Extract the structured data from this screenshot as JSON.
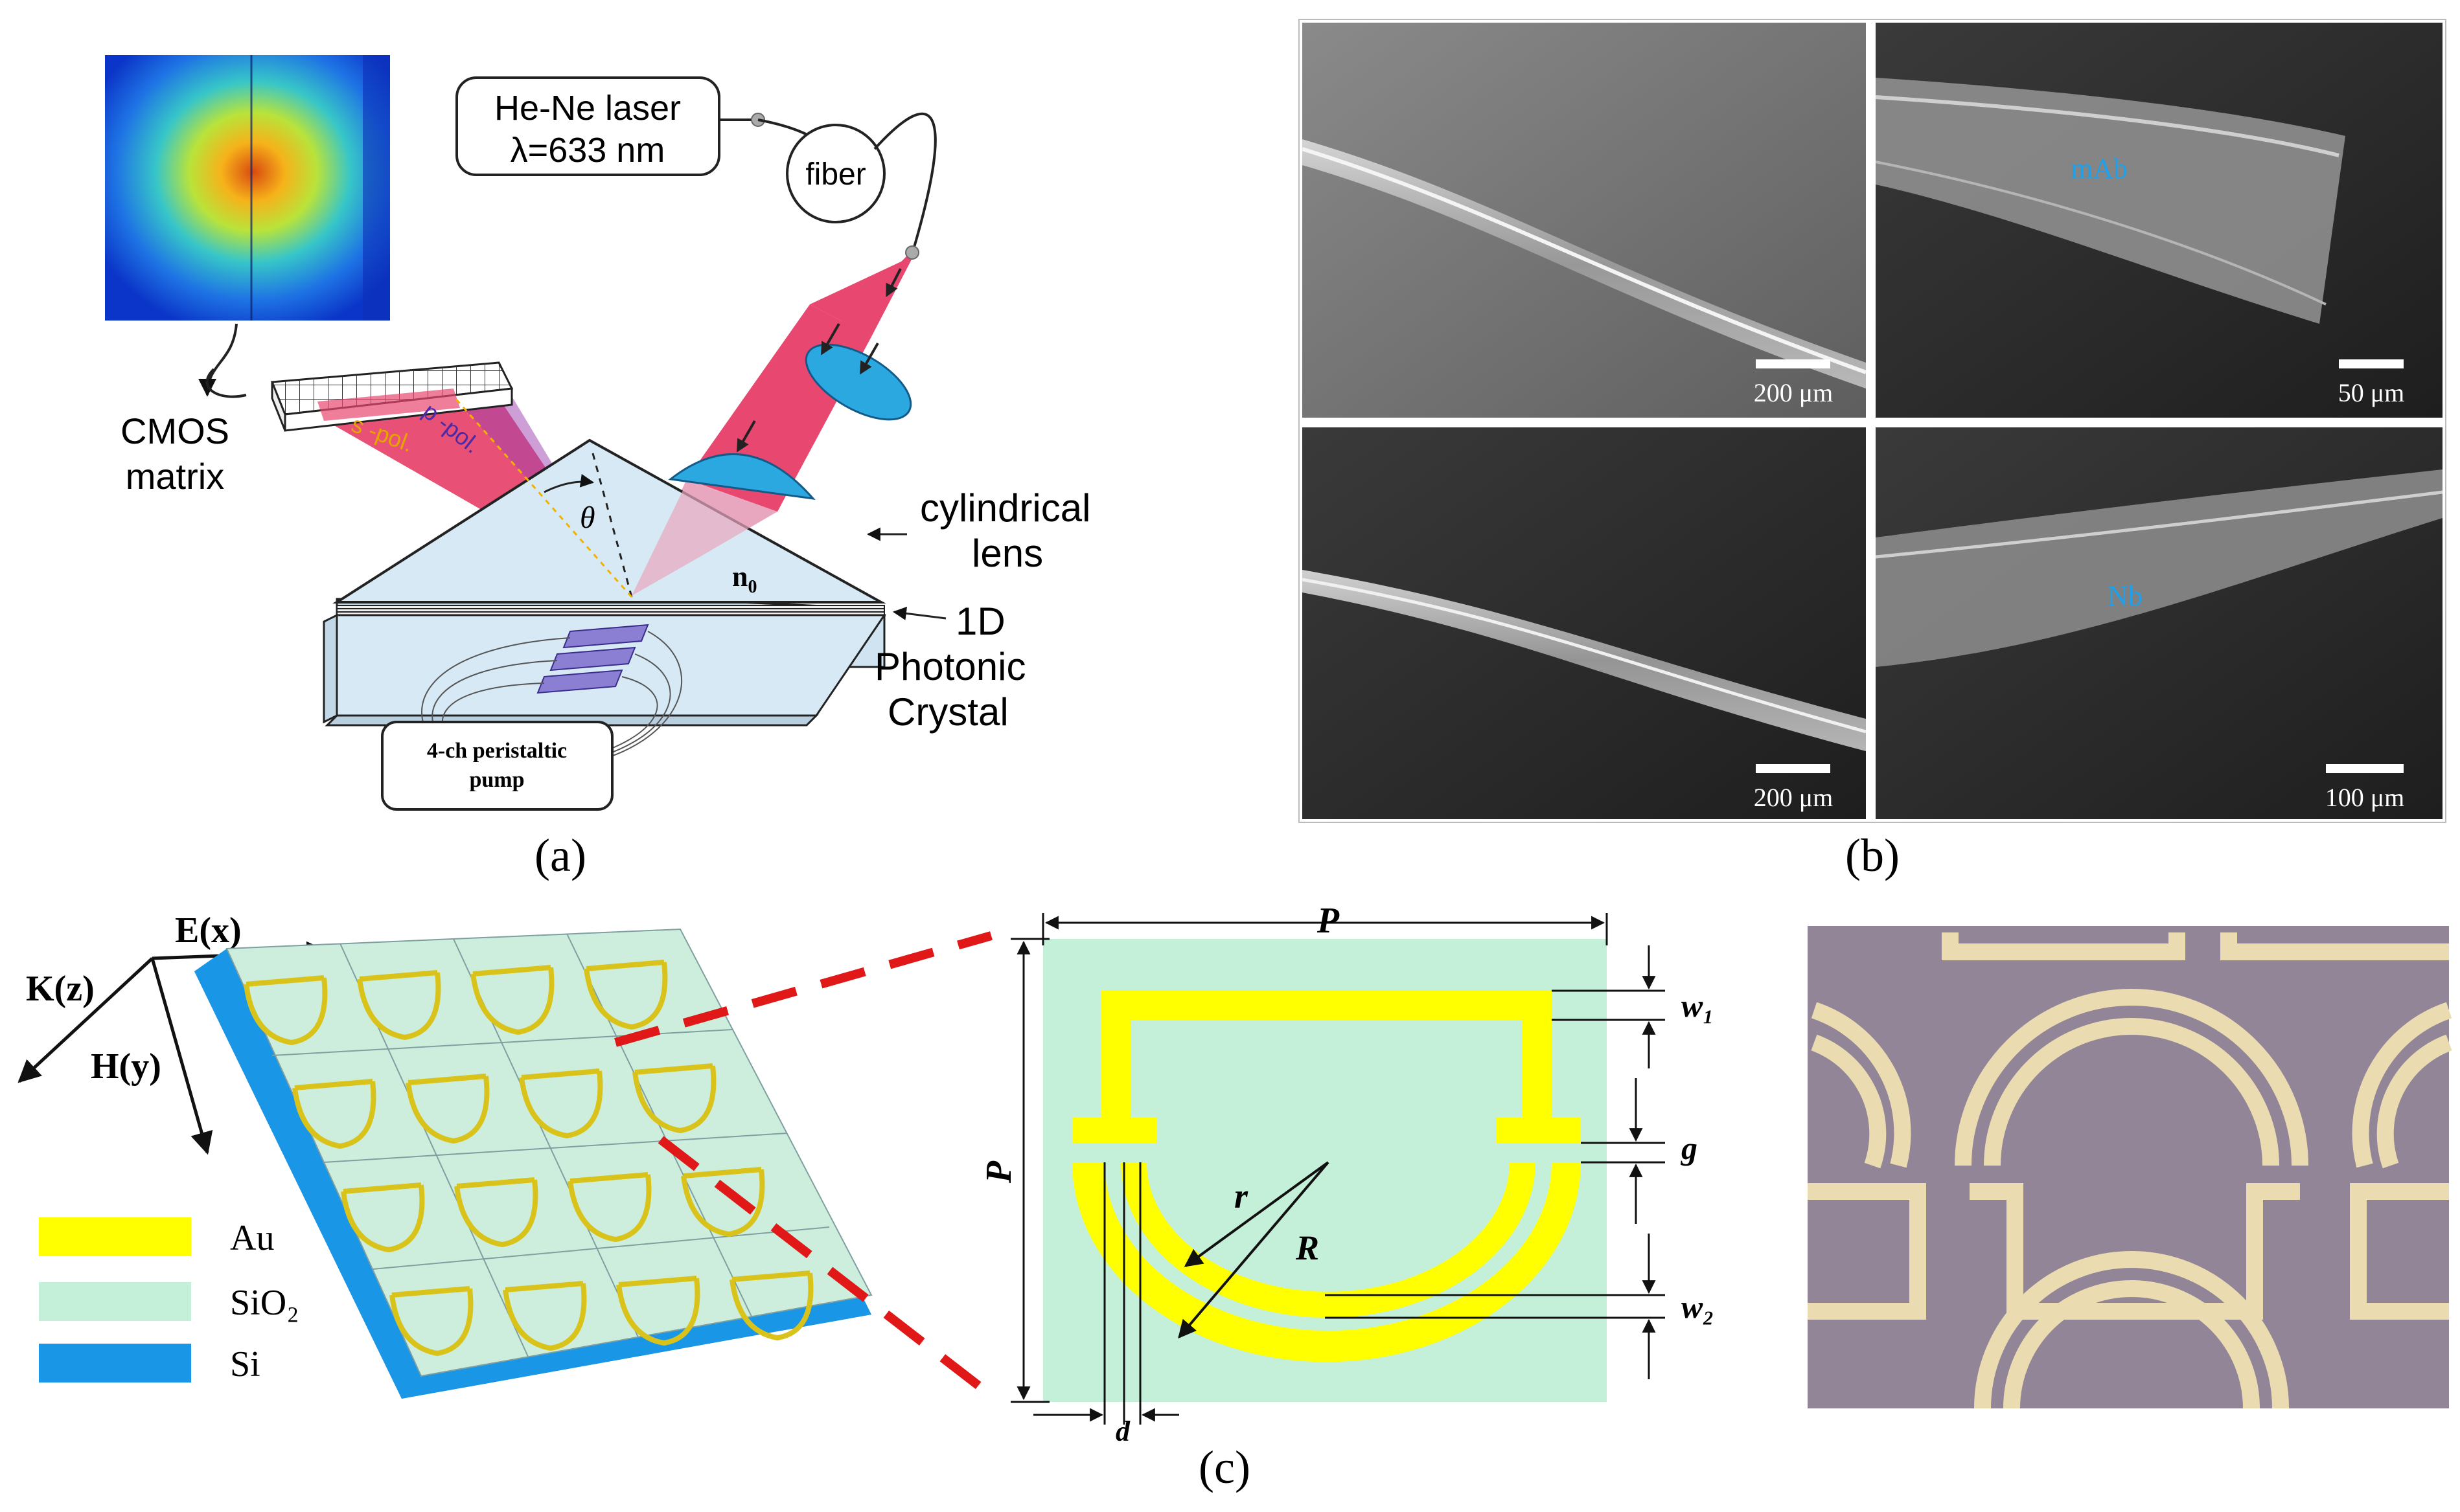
{
  "panel_a": {
    "laser_line1": "He-Ne laser",
    "laser_line2": "λ=633 nm",
    "fiber": "fiber",
    "cmos_line1": "CMOS",
    "cmos_line2": "matrix",
    "s_pol": "s -pol.",
    "p_pol": "p -pol.",
    "theta": "θ",
    "n0": "n",
    "n0_sub": "0",
    "lens_line1": "cylindrical",
    "lens_line2": "lens",
    "crystal_line1": "1D",
    "crystal_line2": "Photonic",
    "crystal_line3": "Crystal",
    "pump_line1": "4-ch peristaltic",
    "pump_line2": "pump",
    "caption": "(a)"
  },
  "panel_b": {
    "scale_tl": "200 μm",
    "scale_tr": "50 μm",
    "scale_bl": "200 μm",
    "scale_br": "100 μm",
    "label_tr": "mAb",
    "label_br": "Nb",
    "caption": "(b)"
  },
  "panel_c": {
    "axis_e": "E(x)",
    "axis_k": "K(z)",
    "axis_h": "H(y)",
    "legend": [
      {
        "label": "Au",
        "color": "#ffff00"
      },
      {
        "label": "SiO₂",
        "color": "#c4efd8"
      },
      {
        "label": "Si",
        "color": "#1996e6"
      }
    ],
    "dim_p_top": "P",
    "dim_p_side": "P",
    "dim_w1": "w₁",
    "dim_g": "g",
    "dim_w2": "w₂",
    "dim_r": "r",
    "dim_R": "R",
    "dim_d": "d",
    "caption": "(c)"
  },
  "colors": {
    "gold": "#ffff00",
    "sio2": "#c4efd8",
    "si": "#1996e6",
    "beam": "#e8476f",
    "prism": "#d6e9f4",
    "lens": "#2aa8df",
    "micro_bg": "#8e8196",
    "micro_gold": "#eadcb0"
  }
}
